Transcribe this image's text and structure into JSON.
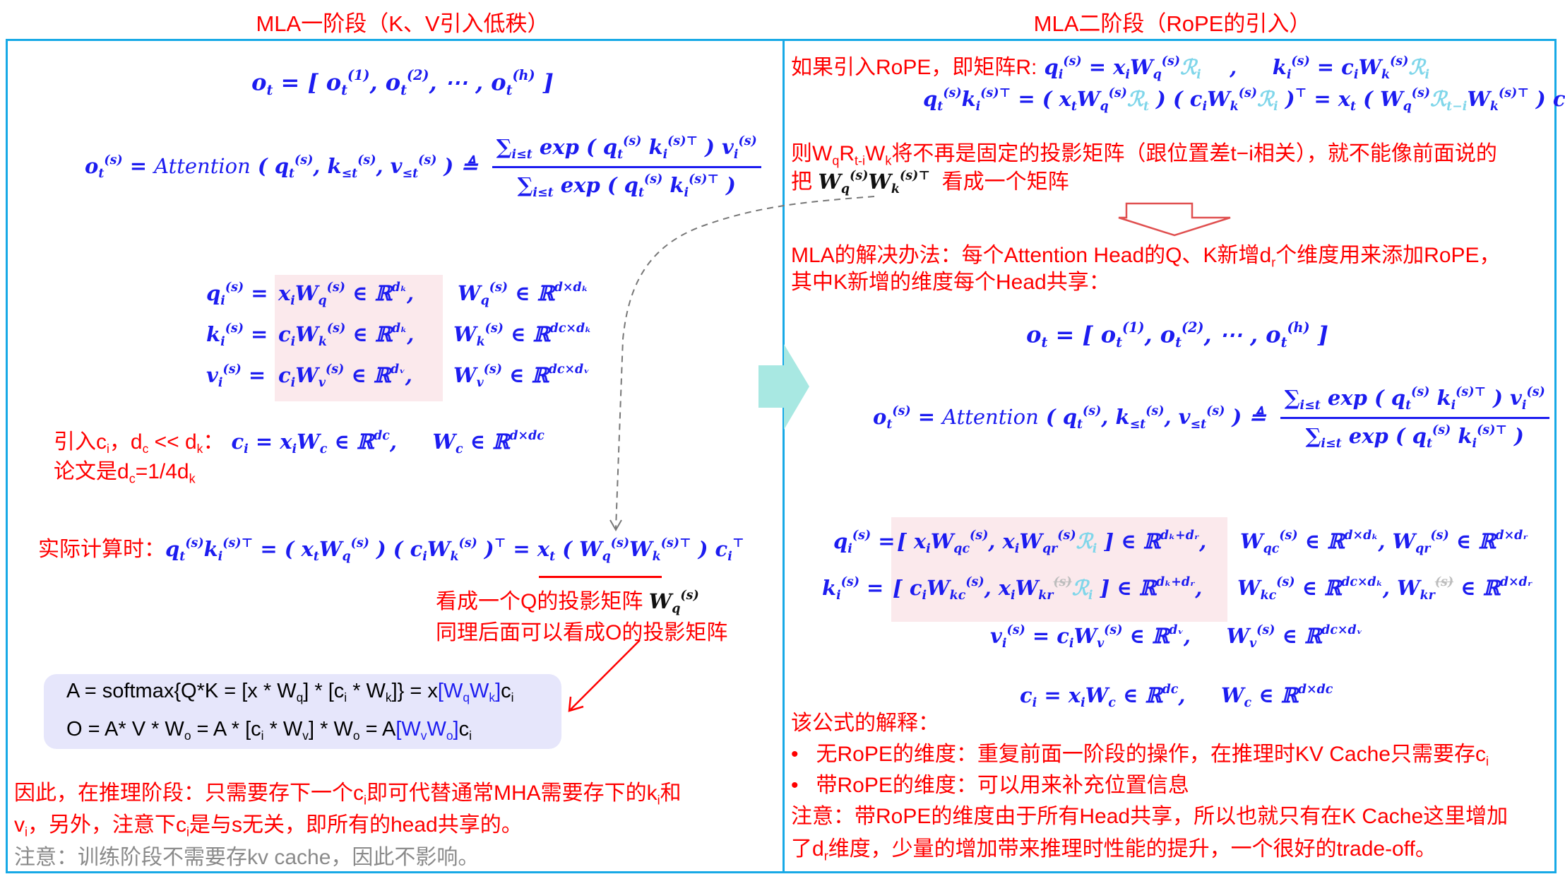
{
  "titles": {
    "left": "MLA一阶段（K、V引入低秩）",
    "right": "MLA二阶段（RoPE的引入）"
  },
  "colors": {
    "frame": "#17a9e6",
    "math": "#1c1cf0",
    "text": "#ff0000",
    "rope_r": "#7fd6ea",
    "highlight": "#fbe9ec",
    "box": "#e6e6fb",
    "arrow": "#a8e8e2"
  },
  "left": {
    "o_t": [
      "o",
      {
        "t": "t",
        "s": "b"
      },
      " = [ o",
      {
        "t": "t",
        "s": "b"
      },
      {
        "t": "(1)",
        "s": "p"
      },
      ", o",
      {
        "t": "t",
        "s": "b"
      },
      {
        "t": "(2)",
        "s": "p"
      },
      ", ⋯ , o",
      {
        "t": "t",
        "s": "b"
      },
      {
        "t": "(h)",
        "s": "p"
      },
      " ]"
    ],
    "attn_lhs": [
      "o",
      {
        "t": "t",
        "s": "b"
      },
      {
        "t": "(s)",
        "s": "p"
      },
      " = ",
      {
        "t": "Attention",
        "c": "it"
      },
      " ( q",
      {
        "t": "t",
        "s": "b"
      },
      {
        "t": "(s)",
        "s": "p"
      },
      ", k",
      {
        "t": "≤t",
        "s": "b"
      },
      {
        "t": "(s)",
        "s": "p"
      },
      ", v",
      {
        "t": "≤t",
        "s": "b"
      },
      {
        "t": "(s)",
        "s": "p"
      },
      " ) ≜"
    ],
    "attn_num": [
      "∑",
      {
        "t": "i≤t",
        "s": "b"
      },
      " exp ( q",
      {
        "t": "t",
        "s": "b"
      },
      {
        "t": "(s)",
        "s": "p"
      },
      " k",
      {
        "t": "i",
        "s": "b"
      },
      {
        "t": "(s)⊤",
        "s": "p"
      },
      " ) v",
      {
        "t": "i",
        "s": "b"
      },
      {
        "t": "(s)",
        "s": "p"
      }
    ],
    "attn_den": [
      "∑",
      {
        "t": "i≤t",
        "s": "b"
      },
      " exp ( q",
      {
        "t": "t",
        "s": "b"
      },
      {
        "t": "(s)",
        "s": "p"
      },
      " k",
      {
        "t": "i",
        "s": "b"
      },
      {
        "t": "(s)⊤",
        "s": "p"
      },
      " )"
    ],
    "q_lhs": [
      "q",
      {
        "t": "i",
        "s": "b"
      },
      {
        "t": "(s)",
        "s": "p"
      },
      " ="
    ],
    "q_mid": [
      "x",
      {
        "t": "i",
        "s": "b"
      },
      "W",
      {
        "t": "q",
        "s": "b"
      },
      {
        "t": "(s)",
        "s": "p"
      },
      " ∈ ℝ",
      {
        "t": "dₖ",
        "s": "p"
      },
      ","
    ],
    "q_rhs": [
      "W",
      {
        "t": "q",
        "s": "b"
      },
      {
        "t": "(s)",
        "s": "p"
      },
      " ∈ ℝ",
      {
        "t": "d×dₖ",
        "s": "p"
      }
    ],
    "k_lhs": [
      "k",
      {
        "t": "i",
        "s": "b"
      },
      {
        "t": "(s)",
        "s": "p"
      },
      " ="
    ],
    "k_mid": [
      "c",
      {
        "t": "i",
        "s": "b"
      },
      "W",
      {
        "t": "k",
        "s": "b"
      },
      {
        "t": "(s)",
        "s": "p"
      },
      " ∈ ℝ",
      {
        "t": "dₖ",
        "s": "p"
      },
      ","
    ],
    "k_rhs": [
      "W",
      {
        "t": "k",
        "s": "b"
      },
      {
        "t": "(s)",
        "s": "p"
      },
      " ∈ ℝ",
      {
        "t": "dc×dₖ",
        "s": "p"
      }
    ],
    "v_lhs": [
      "v",
      {
        "t": "i",
        "s": "b"
      },
      {
        "t": "(s)",
        "s": "p"
      },
      " ="
    ],
    "v_mid": [
      "c",
      {
        "t": "i",
        "s": "b"
      },
      "W",
      {
        "t": "v",
        "s": "b"
      },
      {
        "t": "(s)",
        "s": "p"
      },
      " ∈ ℝ",
      {
        "t": "dᵥ",
        "s": "p"
      },
      ","
    ],
    "v_rhs": [
      "W",
      {
        "t": "v",
        "s": "b"
      },
      {
        "t": "(s)",
        "s": "p"
      },
      " ∈ ℝ",
      {
        "t": "dc×dᵥ",
        "s": "p"
      }
    ],
    "intro": [
      {
        "t": "引入c",
        "c": "z"
      },
      {
        "t": "i",
        "s": "b",
        "c": "z"
      },
      {
        "t": "，d",
        "c": "z"
      },
      {
        "t": "c",
        "s": "b",
        "c": "z"
      },
      {
        "t": " << d",
        "c": "z"
      },
      {
        "t": "k",
        "s": "b",
        "c": "z"
      },
      {
        "t": "：",
        "c": "z"
      },
      " c",
      {
        "t": "i",
        "s": "b"
      },
      " = x",
      {
        "t": "i",
        "s": "b"
      },
      "W",
      {
        "t": "c",
        "s": "b"
      },
      " ∈ ℝ",
      {
        "t": "dc",
        "s": "p"
      },
      ",     W",
      {
        "t": "c",
        "s": "b"
      },
      " ∈ ℝ",
      {
        "t": "d×dc",
        "s": "p"
      }
    ],
    "paper": [
      "论文是d",
      {
        "t": "c",
        "s": "b"
      },
      "=1/4d",
      {
        "t": "k",
        "s": "b"
      }
    ],
    "actual": [
      {
        "t": "实际计算时：",
        "c": "z"
      },
      "q",
      {
        "t": "t",
        "s": "b"
      },
      {
        "t": "(s)",
        "s": "p"
      },
      "k",
      {
        "t": "i",
        "s": "b"
      },
      {
        "t": "(s)⊤",
        "s": "p"
      },
      " = ( x",
      {
        "t": "t",
        "s": "b"
      },
      "W",
      {
        "t": "q",
        "s": "b"
      },
      {
        "t": "(s)",
        "s": "p"
      },
      " ) ( c",
      {
        "t": "i",
        "s": "b"
      },
      "W",
      {
        "t": "k",
        "s": "b"
      },
      {
        "t": "(s)",
        "s": "p"
      },
      " )",
      {
        "t": "⊤",
        "s": "p"
      },
      " = x",
      {
        "t": "t",
        "s": "b"
      },
      " ( W",
      {
        "t": "q",
        "s": "b"
      },
      {
        "t": "(s)",
        "s": "p"
      },
      "W",
      {
        "t": "k",
        "s": "b"
      },
      {
        "t": "(s)⊤",
        "s": "p"
      },
      " ) c",
      {
        "t": "i",
        "s": "b"
      },
      {
        "t": "⊤",
        "s": "p"
      }
    ],
    "note1": [
      {
        "t": "看成一个Q的投影矩阵 ",
        "c": "z"
      },
      {
        "t": "W",
        "c": "k"
      },
      {
        "t": "q",
        "s": "b",
        "c": "k"
      },
      {
        "t": "(s)",
        "s": "p",
        "c": "k"
      }
    ],
    "note2": [
      "同理后面可以看成O的投影矩阵"
    ],
    "box1": [
      "A = softmax{Q*K = [x * W",
      {
        "t": "q",
        "s": "b"
      },
      "] * [c",
      {
        "t": "i",
        "s": "b"
      },
      " * W",
      {
        "t": "k",
        "s": "b"
      },
      "]} = x",
      {
        "t": "[W",
        "c": "bl"
      },
      {
        "t": "q",
        "s": "b",
        "c": "bl"
      },
      {
        "t": "W",
        "c": "bl"
      },
      {
        "t": "k",
        "s": "b",
        "c": "bl"
      },
      {
        "t": "]",
        "c": "bl"
      },
      "c",
      {
        "t": "i",
        "s": "b"
      }
    ],
    "box2": [
      "O = A* V * W",
      {
        "t": "o",
        "s": "b"
      },
      " = A * [c",
      {
        "t": "i",
        "s": "b"
      },
      " * W",
      {
        "t": "v",
        "s": "b"
      },
      "] * W",
      {
        "t": "o",
        "s": "b"
      },
      " = A",
      {
        "t": "[W",
        "c": "bl"
      },
      {
        "t": "v",
        "s": "b",
        "c": "bl"
      },
      {
        "t": "W",
        "c": "bl"
      },
      {
        "t": "o",
        "s": "b",
        "c": "bl"
      },
      {
        "t": "]",
        "c": "bl"
      },
      "c",
      {
        "t": "i",
        "s": "b"
      }
    ],
    "bottom1": [
      "因此，在推理阶段：只需要存下一个c",
      {
        "t": "i",
        "s": "b"
      },
      "即可代替通常MHA需要存下的k",
      {
        "t": "i",
        "s": "b"
      },
      "和"
    ],
    "bottom2": [
      "v",
      {
        "t": "i",
        "s": "b"
      },
      "，另外，注意下c",
      {
        "t": "i",
        "s": "b"
      },
      "是与s无关，即所有的head共享的。"
    ],
    "bottom3": [
      "注意：训练阶段不需要存kv cache，因此不影响。"
    ]
  },
  "right": {
    "rope_intro": [
      {
        "t": "如果引入RoPE，即矩阵R:",
        "c": "z"
      },
      " q",
      {
        "t": "i",
        "s": "b"
      },
      {
        "t": "(s)",
        "s": "p"
      },
      " = x",
      {
        "t": "i",
        "s": "b"
      },
      "W",
      {
        "t": "q",
        "s": "b"
      },
      {
        "t": "(s)",
        "s": "p"
      },
      {
        "t": "ℛ",
        "c": "r"
      },
      {
        "t": "i",
        "s": "b",
        "c": "r"
      },
      "    ,     k",
      {
        "t": "i",
        "s": "b"
      },
      {
        "t": "(s)",
        "s": "p"
      },
      " = c",
      {
        "t": "i",
        "s": "b"
      },
      "W",
      {
        "t": "k",
        "s": "b"
      },
      {
        "t": "(s)",
        "s": "p"
      },
      {
        "t": "ℛ",
        "c": "r"
      },
      {
        "t": "i",
        "s": "b",
        "c": "r"
      }
    ],
    "rope_qk": [
      "q",
      {
        "t": "t",
        "s": "b"
      },
      {
        "t": "(s)",
        "s": "p"
      },
      "k",
      {
        "t": "i",
        "s": "b"
      },
      {
        "t": "(s)⊤",
        "s": "p"
      },
      " = ( x",
      {
        "t": "t",
        "s": "b"
      },
      "W",
      {
        "t": "q",
        "s": "b"
      },
      {
        "t": "(s)",
        "s": "p"
      },
      {
        "t": "ℛ",
        "c": "r"
      },
      {
        "t": "t",
        "s": "b",
        "c": "r"
      },
      " ) ( c",
      {
        "t": "i",
        "s": "b"
      },
      "W",
      {
        "t": "k",
        "s": "b"
      },
      {
        "t": "(s)",
        "s": "p"
      },
      {
        "t": "ℛ",
        "c": "r"
      },
      {
        "t": "i",
        "s": "b",
        "c": "r"
      },
      " )",
      {
        "t": "⊤",
        "s": "p"
      },
      " = x",
      {
        "t": "t",
        "s": "b"
      },
      " ( W",
      {
        "t": "q",
        "s": "b"
      },
      {
        "t": "(s)",
        "s": "p"
      },
      {
        "t": "ℛ",
        "c": "r"
      },
      {
        "t": "t−i",
        "s": "b",
        "c": "r"
      },
      "W",
      {
        "t": "k",
        "s": "b"
      },
      {
        "t": "(s)⊤",
        "s": "p"
      },
      " ) c",
      {
        "t": "i",
        "s": "b"
      },
      {
        "t": "⊤",
        "s": "p"
      }
    ],
    "explain1": [
      "则W",
      {
        "t": "q",
        "s": "b"
      },
      "R",
      {
        "t": "t-i",
        "s": "b"
      },
      "W",
      {
        "t": "k",
        "s": "b"
      },
      "将不再是固定的投影矩阵（跟位置差t−i相关），就不能像前面说的"
    ],
    "explain2": [
      {
        "t": "把 ",
        "c": "z"
      },
      {
        "t": "W",
        "c": "k"
      },
      {
        "t": "q",
        "s": "b",
        "c": "k"
      },
      {
        "t": "(s)",
        "s": "p",
        "c": "k"
      },
      {
        "t": "W",
        "c": "k"
      },
      {
        "t": "k",
        "s": "b",
        "c": "k"
      },
      {
        "t": "(s)⊤",
        "s": "p",
        "c": "k"
      },
      {
        "t": "  看成一个矩阵",
        "c": "z"
      }
    ],
    "solution1": [
      "MLA的解决办法：每个Attention Head的Q、K新增d",
      {
        "t": "r",
        "s": "b"
      },
      "个维度用来添加RoPE，"
    ],
    "solution2": [
      "其中K新增的维度每个Head共享："
    ],
    "o_t": [
      "o",
      {
        "t": "t",
        "s": "b"
      },
      " = [ o",
      {
        "t": "t",
        "s": "b"
      },
      {
        "t": "(1)",
        "s": "p"
      },
      ", o",
      {
        "t": "t",
        "s": "b"
      },
      {
        "t": "(2)",
        "s": "p"
      },
      ", ⋯ , o",
      {
        "t": "t",
        "s": "b"
      },
      {
        "t": "(h)",
        "s": "p"
      },
      " ]"
    ],
    "attn_lhs": [
      "o",
      {
        "t": "t",
        "s": "b"
      },
      {
        "t": "(s)",
        "s": "p"
      },
      " = ",
      {
        "t": "Attention",
        "c": "it"
      },
      " ( q",
      {
        "t": "t",
        "s": "b"
      },
      {
        "t": "(s)",
        "s": "p"
      },
      ", k",
      {
        "t": "≤t",
        "s": "b"
      },
      {
        "t": "(s)",
        "s": "p"
      },
      ", v",
      {
        "t": "≤t",
        "s": "b"
      },
      {
        "t": "(s)",
        "s": "p"
      },
      " ) ≜"
    ],
    "attn_num": [
      "∑",
      {
        "t": "i≤t",
        "s": "b"
      },
      " exp ( q",
      {
        "t": "t",
        "s": "b"
      },
      {
        "t": "(s)",
        "s": "p"
      },
      " k",
      {
        "t": "i",
        "s": "b"
      },
      {
        "t": "(s)⊤",
        "s": "p"
      },
      " ) v",
      {
        "t": "i",
        "s": "b"
      },
      {
        "t": "(s)",
        "s": "p"
      }
    ],
    "attn_den": [
      "∑",
      {
        "t": "i≤t",
        "s": "b"
      },
      " exp ( q",
      {
        "t": "t",
        "s": "b"
      },
      {
        "t": "(s)",
        "s": "p"
      },
      " k",
      {
        "t": "i",
        "s": "b"
      },
      {
        "t": "(s)⊤",
        "s": "p"
      },
      " )"
    ],
    "q_lhs": [
      "q",
      {
        "t": "i",
        "s": "b"
      },
      {
        "t": "(s)",
        "s": "p"
      },
      " ="
    ],
    "q_mid": [
      "[ x",
      {
        "t": "i",
        "s": "b"
      },
      "W",
      {
        "t": "qc",
        "s": "b"
      },
      {
        "t": "(s)",
        "s": "p"
      },
      ", x",
      {
        "t": "i",
        "s": "b"
      },
      "W",
      {
        "t": "qr",
        "s": "b"
      },
      {
        "t": "(s)",
        "s": "p"
      },
      {
        "t": "ℛ",
        "c": "r"
      },
      {
        "t": "i",
        "s": "b",
        "c": "r"
      },
      " ] ∈ ℝ",
      {
        "t": "dₖ+dᵣ",
        "s": "p"
      },
      ","
    ],
    "q_rhs": [
      "W",
      {
        "t": "qc",
        "s": "b"
      },
      {
        "t": "(s)",
        "s": "p"
      },
      " ∈ ℝ",
      {
        "t": "d×dₖ",
        "s": "p"
      },
      ", W",
      {
        "t": "qr",
        "s": "b"
      },
      {
        "t": "(s)",
        "s": "p"
      },
      " ∈ ℝ",
      {
        "t": "d×dᵣ",
        "s": "p"
      }
    ],
    "k_lhs": [
      "k",
      {
        "t": "i",
        "s": "b"
      },
      {
        "t": "(s)",
        "s": "p"
      },
      " ="
    ],
    "k_mid": [
      "[ c",
      {
        "t": "i",
        "s": "b"
      },
      "W",
      {
        "t": "kc",
        "s": "b"
      },
      {
        "t": "(s)",
        "s": "p"
      },
      ", x",
      {
        "t": "i",
        "s": "b"
      },
      "W",
      {
        "t": "kr",
        "s": "b"
      },
      {
        "t": "(s)",
        "s": "p",
        "c": "x"
      },
      {
        "t": "ℛ",
        "c": "r"
      },
      {
        "t": "i",
        "s": "b",
        "c": "r"
      },
      " ] ∈ ℝ",
      {
        "t": "dₖ+dᵣ",
        "s": "p"
      },
      ","
    ],
    "k_rhs": [
      "W",
      {
        "t": "kc",
        "s": "b"
      },
      {
        "t": "(s)",
        "s": "p"
      },
      " ∈ ℝ",
      {
        "t": "dc×dₖ",
        "s": "p"
      },
      ", W",
      {
        "t": "kr",
        "s": "b"
      },
      {
        "t": "(s)",
        "s": "p",
        "c": "x"
      },
      " ∈ ℝ",
      {
        "t": "d×dᵣ",
        "s": "p"
      }
    ],
    "v_row": [
      "v",
      {
        "t": "i",
        "s": "b"
      },
      {
        "t": "(s)",
        "s": "p"
      },
      " = c",
      {
        "t": "i",
        "s": "b"
      },
      "W",
      {
        "t": "v",
        "s": "b"
      },
      {
        "t": "(s)",
        "s": "p"
      },
      " ∈ ℝ",
      {
        "t": "dᵥ",
        "s": "p"
      },
      ",     W",
      {
        "t": "v",
        "s": "b"
      },
      {
        "t": "(s)",
        "s": "p"
      },
      " ∈ ℝ",
      {
        "t": "dc×dᵥ",
        "s": "p"
      }
    ],
    "c_row": [
      "c",
      {
        "t": "i",
        "s": "b"
      },
      " = x",
      {
        "t": "i",
        "s": "b"
      },
      "W",
      {
        "t": "c",
        "s": "b"
      },
      " ∈ ℝ",
      {
        "t": "dc",
        "s": "p"
      },
      ",     W",
      {
        "t": "c",
        "s": "b"
      },
      " ∈ ℝ",
      {
        "t": "d×dc",
        "s": "p"
      }
    ],
    "expl_title": [
      "该公式的解释："
    ],
    "bullet1": [
      "•   无RoPE的维度：重复前面一阶段的操作，在推理时KV Cache只需要存c",
      {
        "t": "i",
        "s": "b"
      }
    ],
    "bullet2": [
      "•   带RoPE的维度：可以用来补充位置信息"
    ],
    "note1": [
      "注意：带RoPE的维度由于所有Head共享，所以也就只有在K Cache这里增加"
    ],
    "note2": [
      "了d",
      {
        "t": "r",
        "s": "b"
      },
      "维度，少量的增加带来推理时性能的提升，一个很好的trade-off。"
    ]
  }
}
